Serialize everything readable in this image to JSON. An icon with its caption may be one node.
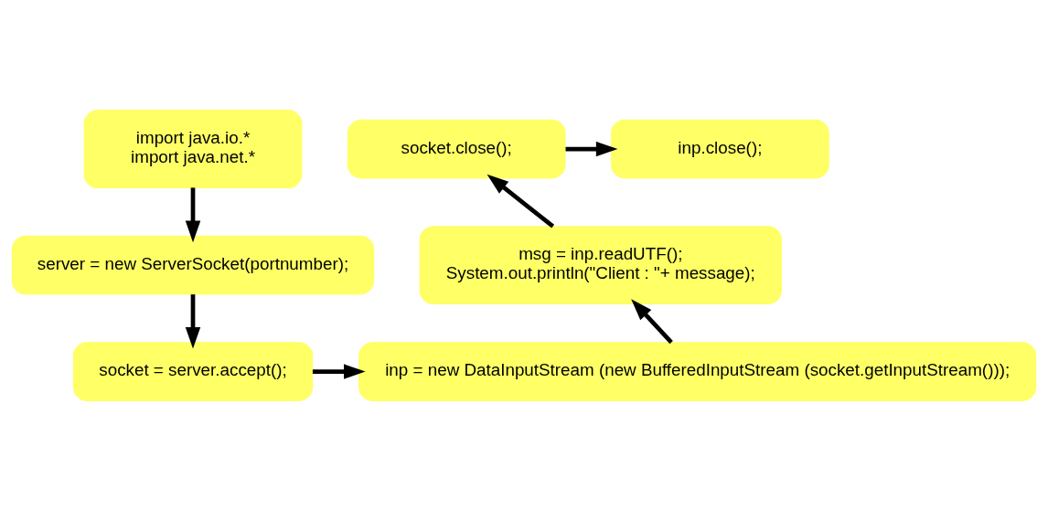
{
  "diagram": {
    "nodes": [
      {
        "text": [
          "import java.io.*",
          "import java.net.*"
        ]
      },
      {
        "text": [
          "server = new ServerSocket(portnumber);"
        ]
      },
      {
        "text": [
          "socket = server.accept();"
        ]
      },
      {
        "text": [
          "inp = new DataInputStream (new BufferedInputStream (socket.getInputStream()));"
        ]
      },
      {
        "text": [
          "msg = inp.readUTF();",
          "System.out.println(\"Client : \"+ message);"
        ]
      },
      {
        "text": [
          "socket.close();"
        ]
      },
      {
        "text": [
          "inp.close();"
        ]
      }
    ],
    "edges": [
      {
        "from": 0,
        "to": 1,
        "arrow": "to"
      },
      {
        "from": 1,
        "to": 2,
        "arrow": "to"
      },
      {
        "from": 2,
        "to": 3,
        "arrow": "to"
      },
      {
        "from": 3,
        "to": 4,
        "arrow": "to"
      },
      {
        "from": 4,
        "to": 5,
        "arrow": "to"
      },
      {
        "from": 5,
        "to": 6,
        "arrow": "to"
      }
    ]
  }
}
